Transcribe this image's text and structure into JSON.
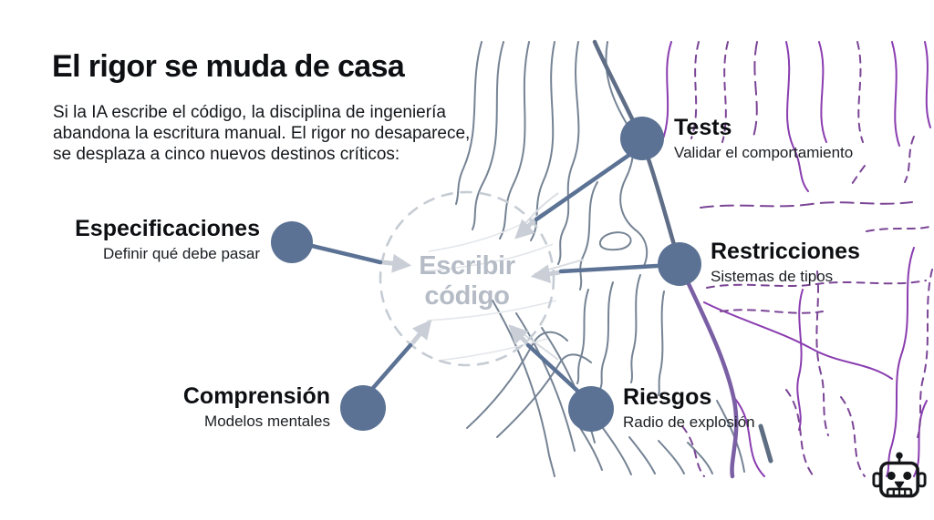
{
  "slide": {
    "title": "El rigor se muda de casa",
    "subtitle_lines": [
      "Si la IA escribe el código, la disciplina de ingeniería",
      "abandona la escritura manual. El rigor no desaparece,",
      "se desplaza a cinco nuevos destinos críticos:"
    ],
    "center": {
      "lines": [
        "Escribir",
        "código"
      ]
    },
    "nodes": [
      {
        "id": "especificaciones",
        "label": "Especificaciones",
        "sublabel": "Definir qué debe pasar"
      },
      {
        "id": "comprension",
        "label": "Comprensión",
        "sublabel": "Modelos mentales"
      },
      {
        "id": "tests",
        "label": "Tests",
        "sublabel": "Validar el comportamiento"
      },
      {
        "id": "restricciones",
        "label": "Restricciones",
        "sublabel": "Sistemas de tipos"
      },
      {
        "id": "riesgos",
        "label": "Riesgos",
        "sublabel": "Radio de explosión"
      }
    ],
    "icons": {
      "robot": "robot-skull-icon"
    },
    "colors": {
      "node_slate": "#5b7294",
      "ridge_slate": "#5f6d86",
      "ridge_purple": "#7a5fa5",
      "contour_gray": "#5e6e82",
      "contour_purple_solid": "#8a3db0",
      "contour_purple_dashed": "#7b4596",
      "dashed_circle": "#c6ccd4",
      "flow_arrow": "#cacfd7",
      "center_text": "#b5bcc6",
      "background": "#ffffff"
    }
  }
}
